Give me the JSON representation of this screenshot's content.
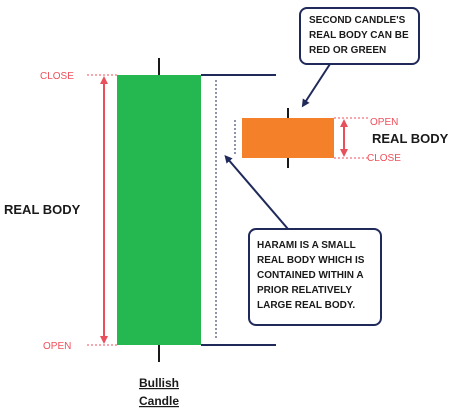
{
  "colors": {
    "bullish": "#26b850",
    "small_body": "#f5802a",
    "label_red": "#ef4f5b",
    "arrow_red": "#e8505b",
    "navy": "#1f2a5a",
    "text_dark": "#1a1a1a"
  },
  "large_candle": {
    "close_label": "CLOSE",
    "open_label": "OPEN",
    "body_label": "REAL BODY",
    "caption_line1": "Bullish",
    "caption_line2": "Candle"
  },
  "small_candle": {
    "open_label": "OPEN",
    "close_label": "CLOSE",
    "body_label": "REAL BODY"
  },
  "callouts": {
    "top": [
      "SECOND CANDLE'S",
      "REAL BODY CAN BE",
      "RED OR GREEN"
    ],
    "bottom": [
      "HARAMI IS A SMALL",
      "REAL BODY WHICH IS",
      "CONTAINED WITHIN A",
      "PRIOR RELATIVELY",
      "LARGE REAL BODY."
    ]
  }
}
